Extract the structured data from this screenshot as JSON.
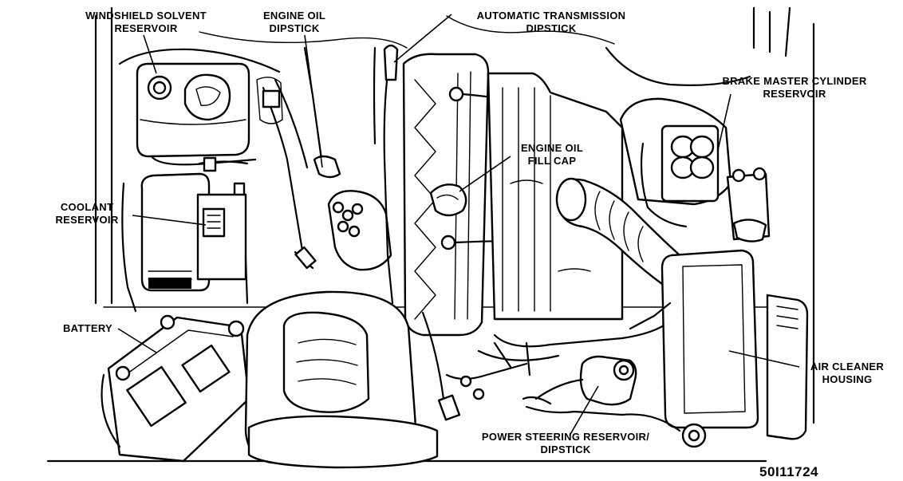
{
  "labels": {
    "windshield_solvent": [
      "WINDSHIELD SOLVENT",
      "RESERVOIR"
    ],
    "engine_oil_dipstick": [
      "ENGINE OIL",
      "DIPSTICK"
    ],
    "automatic_transmission": [
      "AUTOMATIC TRANSMISSION",
      "DIPSTICK"
    ],
    "brake_master": [
      "BRAKE MASTER CYLINDER",
      "RESERVOIR"
    ],
    "engine_oil_fill": [
      "ENGINE OIL",
      "FILL CAP"
    ],
    "coolant": [
      "COOLANT",
      "RESERVOIR"
    ],
    "battery": [
      "BATTERY"
    ],
    "air_cleaner": [
      "AIR CLEANER",
      "HOUSING"
    ],
    "power_steering": [
      "POWER STEERING RESERVOIR/",
      "DIPSTICK"
    ]
  },
  "figure_code": "50I11724"
}
